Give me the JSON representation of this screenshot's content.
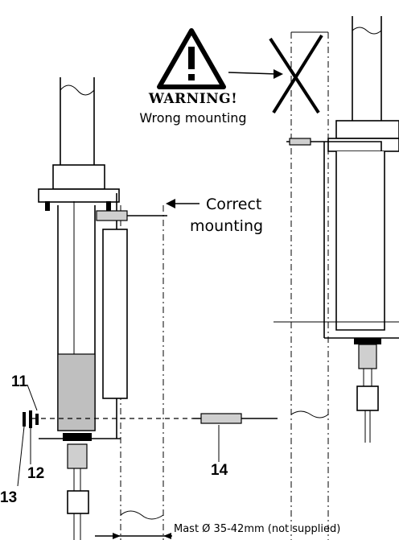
{
  "warning": {
    "title": "WARNING!",
    "subtitle": "Wrong mounting",
    "icon": "warning-triangle-icon"
  },
  "correct_label": {
    "line1": "Correct",
    "line2": "mounting"
  },
  "mast_note": "Mast Ø 35-42mm (not supplied)",
  "callouts": {
    "c11": "11",
    "c12": "12",
    "c13": "13",
    "c14": "14"
  },
  "colors": {
    "line": "#000000",
    "shade": "#cfcfcf",
    "background": "#ffffff"
  }
}
